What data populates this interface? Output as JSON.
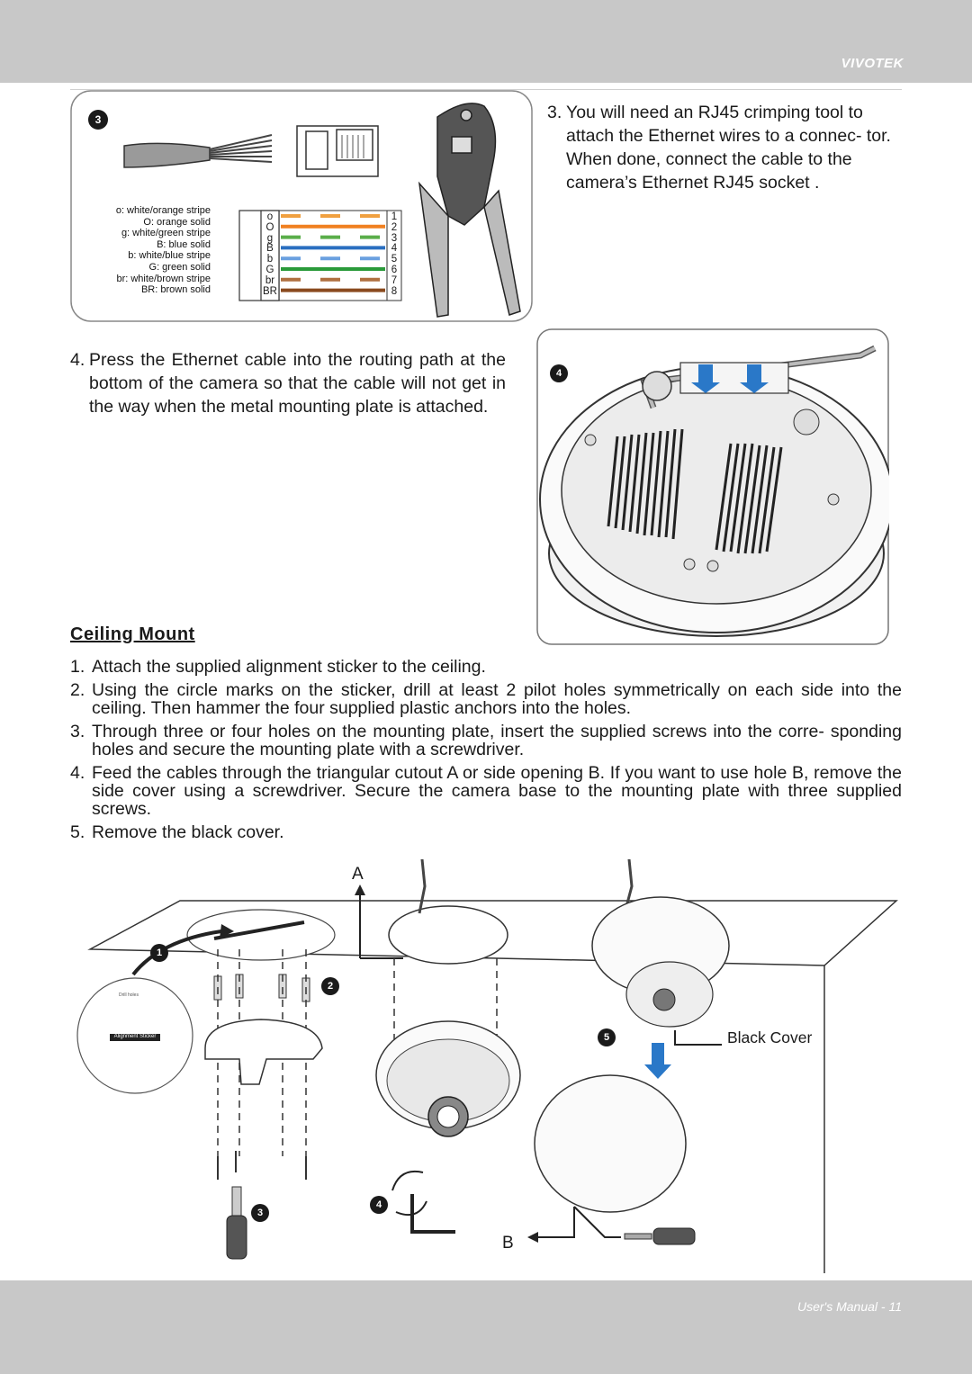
{
  "header": {
    "brand": "VIVOTEK"
  },
  "footer": {
    "page_label": "User's Manual - 11"
  },
  "figure_wiring": {
    "badge": "3",
    "legend": [
      "o: white/orange stripe",
      "O: orange solid",
      "g: white/green stripe",
      "B: blue solid",
      "b: white/blue stripe",
      "G: green solid",
      "br: white/brown stripe",
      "BR: brown solid"
    ],
    "pin_letters": [
      "o",
      "O",
      "g",
      "B",
      "b",
      "G",
      "br",
      "BR"
    ],
    "pin_numbers": [
      "1",
      "2",
      "3",
      "4",
      "5",
      "6",
      "7",
      "8"
    ],
    "wire_colors": [
      "#f0a040",
      "#f08020",
      "#5aae4a",
      "#2a6fc0",
      "#6aa0e0",
      "#2a9a3a",
      "#b07040",
      "#8a4a1e"
    ]
  },
  "step3": {
    "number": "3.",
    "text": "You will need an RJ45 crimping tool to attach the Ethernet wires to a connec- tor. When done, connect the cable to the camera’s Ethernet RJ45 socket ."
  },
  "step4": {
    "number": "4.",
    "text": "Press the Ethernet cable into the routing path at the bottom of the camera so that the cable will not get in the way when the metal mounting plate is attached.",
    "badge": "4"
  },
  "ceiling_mount": {
    "heading": "Ceiling Mount",
    "steps": [
      {
        "n": "1.",
        "text": "Attach the supplied alignment sticker to the ceiling."
      },
      {
        "n": "2.",
        "text": "Using the circle marks on the sticker, drill at least 2 pilot holes symmetrically on each side into the ceiling. Then hammer the four supplied plastic anchors into the holes."
      },
      {
        "n": "3.",
        "text": "Through three or four holes on the mounting plate, insert the supplied screws into the corre- sponding holes and secure the mounting plate with a screwdriver."
      },
      {
        "n": "4.",
        "text": "Feed the cables through the triangular cutout A or side opening B. If you want to use hole B, remove the side cover using a screwdriver. Secure the camera base to the mounting plate with three supplied screws."
      },
      {
        "n": "5.",
        "text": "Remove the black cover."
      }
    ]
  },
  "figure_ceiling": {
    "label_a": "A",
    "label_b": "B",
    "black_cover": "Black Cover",
    "sticker_label": "Alignment Sticker",
    "drill_holes": "Drill holes",
    "badges": [
      "1",
      "2",
      "3",
      "4",
      "5"
    ]
  }
}
